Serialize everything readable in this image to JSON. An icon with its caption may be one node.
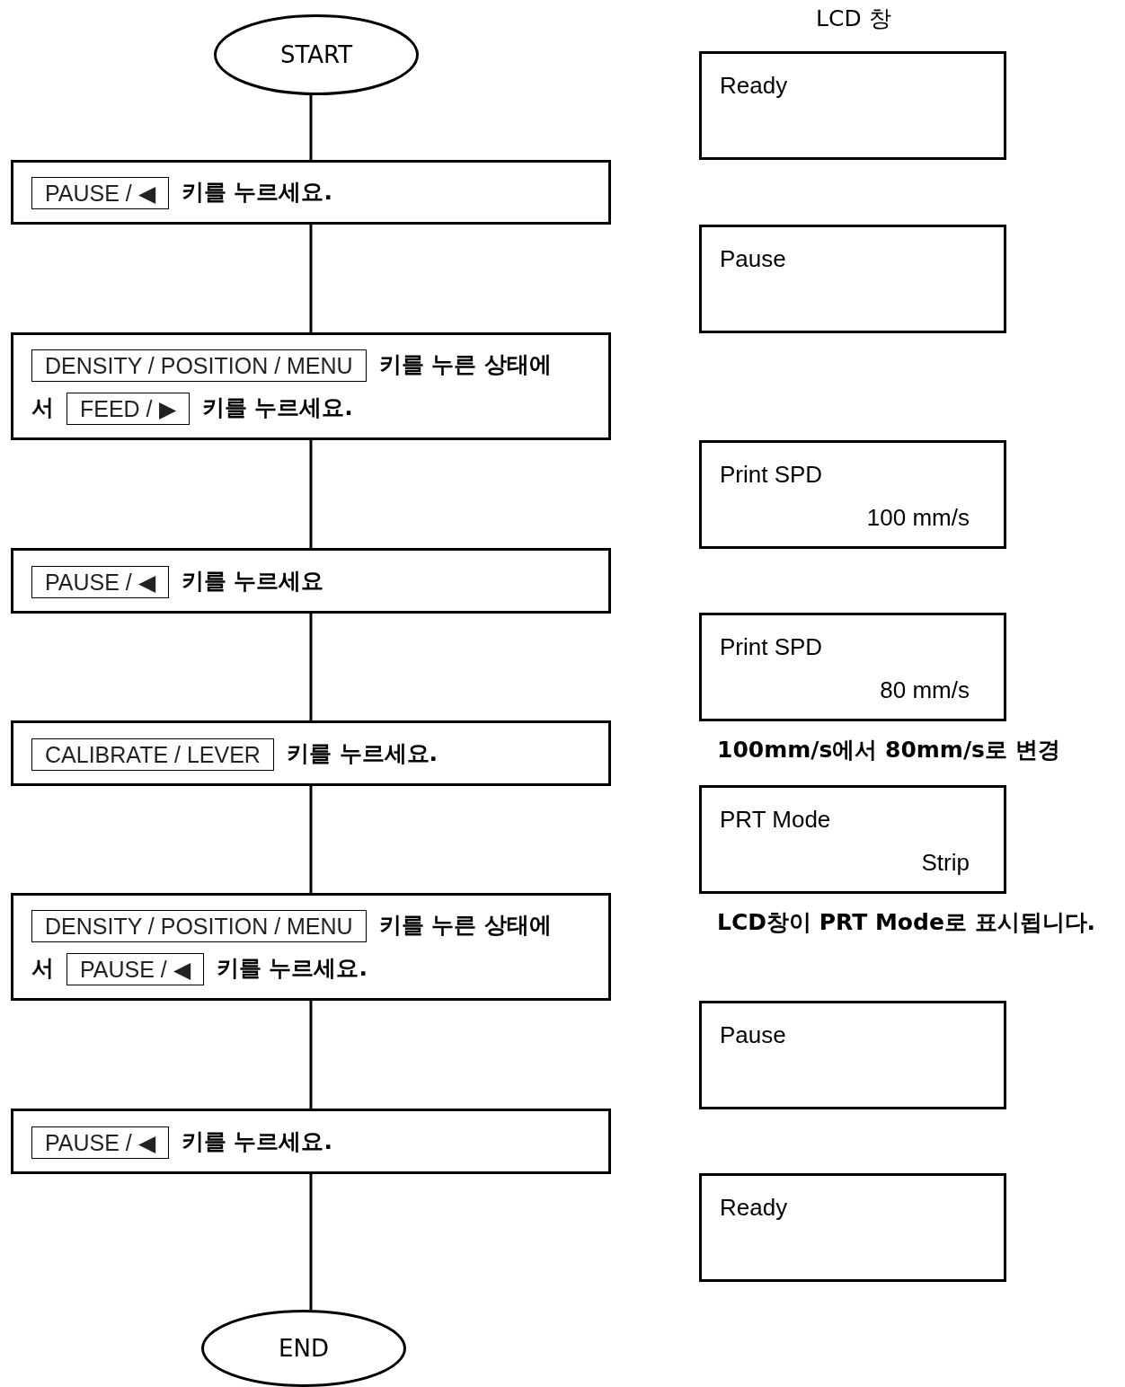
{
  "diagram": {
    "nodes": [
      {
        "text": [
          "START"
        ]
      },
      {
        "text": [
          "키를 누르세요."
        ]
      },
      {
        "text": [
          "PAUSE / ◀"
        ],
        "in": 1
      },
      {
        "text": [
          "키를 누른 상태에서",
          "키를 누르세요."
        ]
      },
      {
        "text": [
          "DENSITY / POSITION / MENU"
        ],
        "in": 3
      },
      {
        "text": [
          "FEED / ▶"
        ],
        "in": 3
      },
      {
        "text": [
          "키를 누르세요"
        ]
      },
      {
        "text": [
          "PAUSE / ◀"
        ],
        "in": 6
      },
      {
        "text": [
          "키를 누르세요."
        ]
      },
      {
        "text": [
          "CALIBRATE / LEVER"
        ],
        "in": 8
      },
      {
        "text": [
          "키를 누른 상태에서",
          "키를 누르세요."
        ]
      },
      {
        "text": [
          "DENSITY / POSITION / MENU"
        ],
        "in": 10
      },
      {
        "text": [
          "PAUSE / ◀"
        ],
        "in": 10
      },
      {
        "text": [
          "키를 누르세요."
        ]
      },
      {
        "text": [
          "PAUSE / ◀"
        ],
        "in": 13
      },
      {
        "text": [
          "END"
        ]
      },
      {
        "text": [
          "Ready"
        ]
      },
      {
        "text": [
          "Pause"
        ]
      },
      {
        "text": [
          "Print SPD",
          "100 mm/s"
        ]
      },
      {
        "text": [
          "Print SPD",
          "80 mm/s"
        ],
        "beside": [
          "100mm/s에서 80mm/s로 변경"
        ]
      },
      {
        "text": [
          "PRT Mode",
          "Strip"
        ],
        "beside": [
          "LCD창이 PRT Mode로 표시됩니다."
        ]
      },
      {
        "text": [
          "Pause"
        ]
      },
      {
        "text": [
          "Ready"
        ]
      }
    ],
    "edges": [
      {
        "from": 0,
        "to": 1,
        "arrow": "none"
      },
      {
        "from": 1,
        "to": 3,
        "arrow": "none"
      },
      {
        "from": 3,
        "to": 6,
        "arrow": "none"
      },
      {
        "from": 6,
        "to": 8,
        "arrow": "none"
      },
      {
        "from": 8,
        "to": 10,
        "arrow": "none"
      },
      {
        "from": 10,
        "to": 13,
        "arrow": "none"
      },
      {
        "from": 13,
        "to": 15,
        "arrow": "none"
      }
    ],
    "labels": [
      "LCD 창"
    ]
  }
}
